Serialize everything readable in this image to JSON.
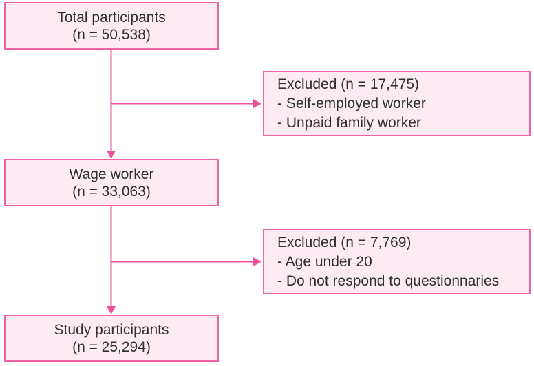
{
  "diagram": {
    "type": "participant-flowchart",
    "colors": {
      "box_fill": "#fcebf3",
      "box_border": "#ef62a4",
      "arrow": "#ee509c",
      "text": "#2f2f2f"
    },
    "main_boxes": [
      {
        "title": "Total participants",
        "count": "(n = 50,538)"
      },
      {
        "title": "Wage worker",
        "count": "(n = 33,063)"
      },
      {
        "title": "Study participants",
        "count": "(n = 25,294)"
      }
    ],
    "exclusion_boxes": [
      {
        "title": "Excluded (n = 17,475)",
        "items": [
          "- Self-employed worker",
          "- Unpaid family worker"
        ]
      },
      {
        "title": "Excluded (n = 7,769)",
        "items": [
          "- Age under 20",
          "- Do not respond to questionnaries"
        ]
      }
    ]
  }
}
